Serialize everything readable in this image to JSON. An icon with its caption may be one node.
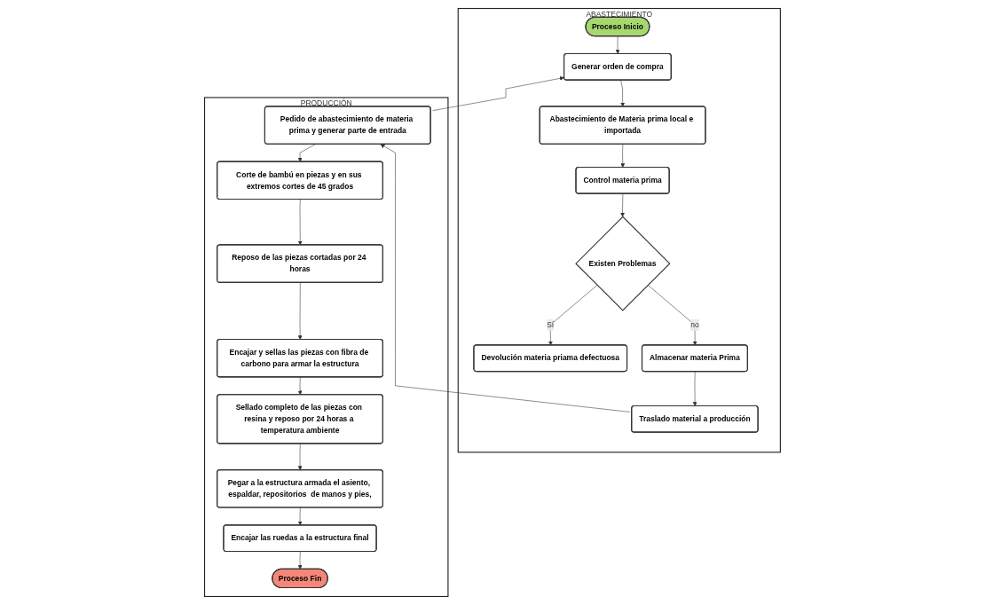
{
  "diagram": {
    "nodes": [
      {
        "text": [
          "ABASTECIMIENTO"
        ]
      },
      {
        "text": [
          "PRODUCCIÓN"
        ]
      },
      {
        "text": [
          "Proceso Inicio"
        ],
        "in": 0
      },
      {
        "text": [
          "Generar orden de compra"
        ],
        "in": 0
      },
      {
        "text": [
          "Devolución materia priama defectuosa"
        ],
        "in": 0
      },
      {
        "text": [
          "Abastecimiento de Materia prima local e importada"
        ],
        "in": 0
      },
      {
        "text": [
          "Control materia prima"
        ],
        "in": 0
      },
      {
        "text": [
          "Existen Problemas"
        ],
        "in": 0
      },
      {
        "text": [
          "Almacenar materia Prima"
        ],
        "in": 0
      },
      {
        "text": [
          "Traslado material a producción"
        ],
        "in": 0
      },
      {
        "text": [
          "Pedido de abastecimiento de materia prima y generar parte de entrada"
        ],
        "in": 1
      },
      {
        "text": [
          "Corte de bambú en piezas y en sus extremos cortes de 45 grados"
        ],
        "in": 1
      },
      {
        "text": [
          "Reposo de las piezas cortadas por 24 horas"
        ],
        "in": 1
      },
      {
        "text": [
          "Encajar y sellas las piezas con fibra de carbono para armar la estructura"
        ],
        "in": 1
      },
      {
        "text": [
          "Sellado completo de las piezas con resina y reposo por 24 horas a temperatura ambiente"
        ],
        "in": 1
      },
      {
        "text": [
          "Pegar a la estructura armada el asiento, espaldar, repositorios  de manos y pies,"
        ],
        "in": 1
      },
      {
        "text": [
          "Encajar las ruedas a la estructura final"
        ],
        "in": 1
      },
      {
        "text": [
          "Proceso Fin"
        ],
        "in": 1
      }
    ],
    "edges": [
      {
        "from": 2,
        "to": 3,
        "arrow": "to"
      },
      {
        "from": 3,
        "to": 5,
        "arrow": "to"
      },
      {
        "from": 5,
        "to": 6,
        "arrow": "to"
      },
      {
        "from": 6,
        "to": 7,
        "arrow": "to"
      },
      {
        "from": 7,
        "to": 4,
        "label": "Sí",
        "arrow": "to"
      },
      {
        "from": 7,
        "to": 8,
        "label": "no",
        "arrow": "to"
      },
      {
        "from": 8,
        "to": 9,
        "arrow": "to"
      },
      {
        "from": 9,
        "to": 10,
        "arrow": "to"
      },
      {
        "from": 10,
        "to": 3,
        "arrow": "to"
      },
      {
        "from": 10,
        "to": 11,
        "arrow": "to"
      },
      {
        "from": 11,
        "to": 12,
        "arrow": "to"
      },
      {
        "from": 12,
        "to": 13,
        "arrow": "to"
      },
      {
        "from": 13,
        "to": 14,
        "arrow": "to"
      },
      {
        "from": 14,
        "to": 15,
        "arrow": "to"
      },
      {
        "from": 15,
        "to": 16,
        "arrow": "to"
      },
      {
        "from": 16,
        "to": 17,
        "arrow": "to"
      }
    ]
  }
}
